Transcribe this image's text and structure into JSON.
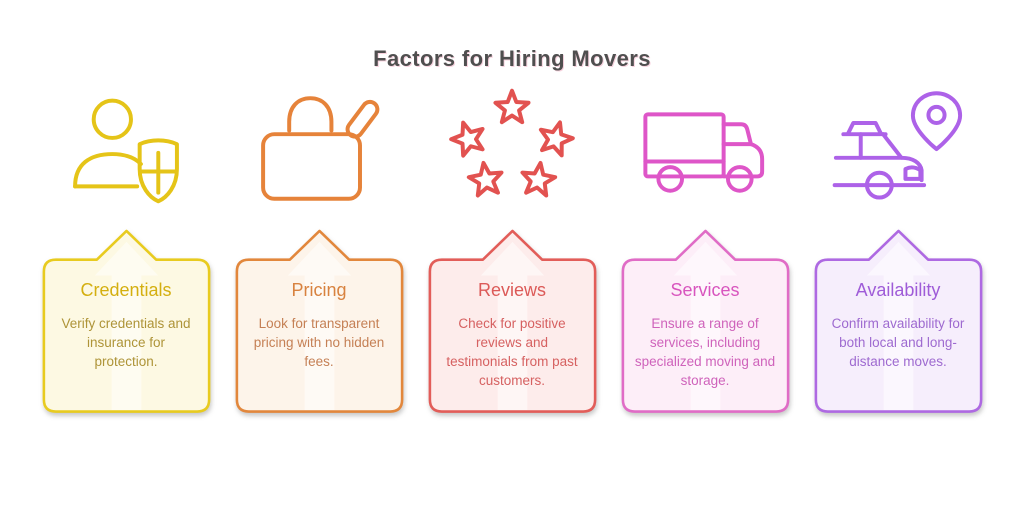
{
  "page": {
    "title": "Factors for Hiring Movers",
    "title_color": "#4f4f4f",
    "background": "#ffffff"
  },
  "cards": [
    {
      "title": "Credentials",
      "body": "Verify credentials and insurance for protection.",
      "icon": "person-shield-plus-icon",
      "accent": "#e8cb1f",
      "bg": "#fdf9e3",
      "title_color": "#d4af10",
      "body_color": "#ae9438",
      "icon_color": "#e5c418"
    },
    {
      "title": "Pricing",
      "body": "Look for transparent pricing with no hidden fees.",
      "icon": "shopping-bag-price-tag-icon",
      "accent": "#e2873c",
      "bg": "#fdf4ea",
      "title_color": "#d8823f",
      "body_color": "#c58055",
      "icon_color": "#e6833a"
    },
    {
      "title": "Reviews",
      "body": "Check for positive reviews and testimonials from past customers.",
      "icon": "five-stars-icon",
      "accent": "#e25d59",
      "bg": "#fdeceb",
      "title_color": "#dc5a58",
      "body_color": "#d66161",
      "icon_color": "#e25250"
    },
    {
      "title": "Services",
      "body": "Ensure a range of services, including specialized moving and storage.",
      "icon": "moving-truck-icon",
      "accent": "#e06cc6",
      "bg": "#fdeef8",
      "title_color": "#d855be",
      "body_color": "#cf63bb",
      "icon_color": "#de56c8"
    },
    {
      "title": "Availability",
      "body": "Confirm availability for both local and long-distance moves.",
      "icon": "car-location-pin-icon",
      "accent": "#ae69e2",
      "bg": "#f6eefc",
      "title_color": "#9f5cd8",
      "body_color": "#9e6ad0",
      "icon_color": "#ad62e8"
    }
  ]
}
